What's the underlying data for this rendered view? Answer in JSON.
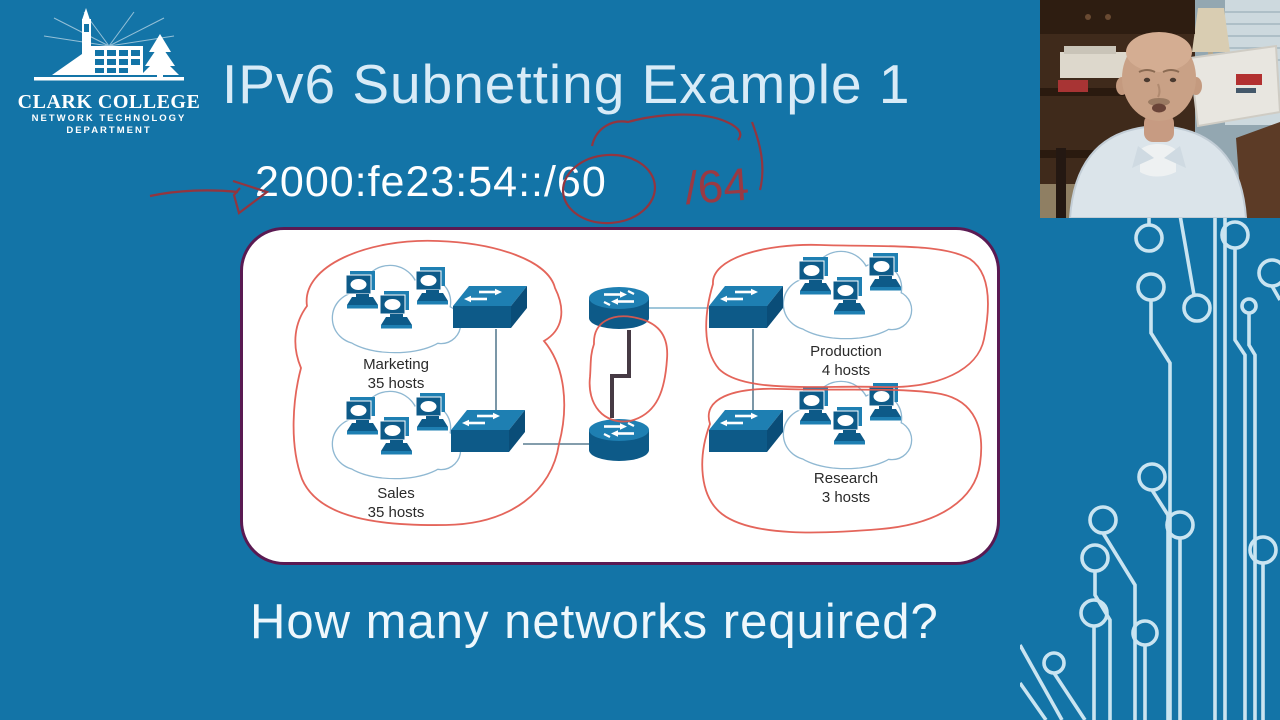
{
  "slide": {
    "title": "IPv6 Subnetting Example 1",
    "subnet_address": "2000:fe23:54::/60",
    "handwritten_annotation": "/64",
    "question": "How many networks required?"
  },
  "logo": {
    "name": "Clark College",
    "dept_line1": "Network Technology",
    "dept_line2": "Department"
  },
  "diagram": {
    "networks": [
      {
        "name": "Marketing",
        "hosts": "35 hosts"
      },
      {
        "name": "Sales",
        "hosts": "35 hosts"
      },
      {
        "name": "Production",
        "hosts": "4 hosts"
      },
      {
        "name": "Research",
        "hosts": "3 hosts"
      }
    ]
  },
  "colors": {
    "background": "#1374a7",
    "box_border": "#5a1a52",
    "device_fill": "#0d5a88",
    "device_top": "#1e7fb2",
    "annotation_red": "#9a3a44",
    "loop_red": "#e2584d",
    "circuit_trace": "#c9e4f1"
  }
}
